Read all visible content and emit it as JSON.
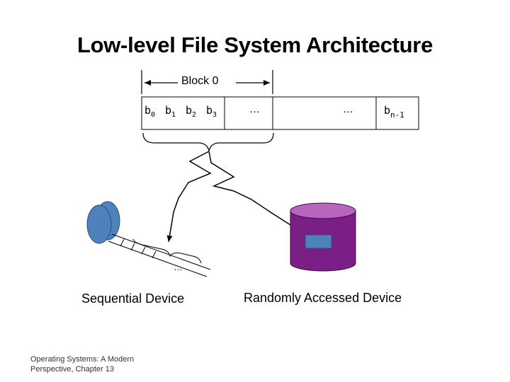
{
  "title": "Low-level File System Architecture",
  "block": {
    "label": "Block 0",
    "cells": [
      "b",
      "b",
      "b",
      "b"
    ],
    "subscripts": [
      "0",
      "1",
      "2",
      "3"
    ],
    "ellipsis_1": "…",
    "ellipsis_2": "…",
    "last_cell": "b",
    "last_subscript": "n-1"
  },
  "devices": {
    "sequential_label": "Sequential Device",
    "random_label": "Randomly Accessed Device",
    "tape_ellipsis": "…"
  },
  "colors": {
    "reel": "#4f81bd",
    "reel_edge": "#2f4f7a",
    "disk_body": "#7b1f87",
    "disk_top": "#b865be",
    "disk_block": "#4f81bd"
  },
  "footer": "Operating Systems: A Modern Perspective, Chapter 13"
}
